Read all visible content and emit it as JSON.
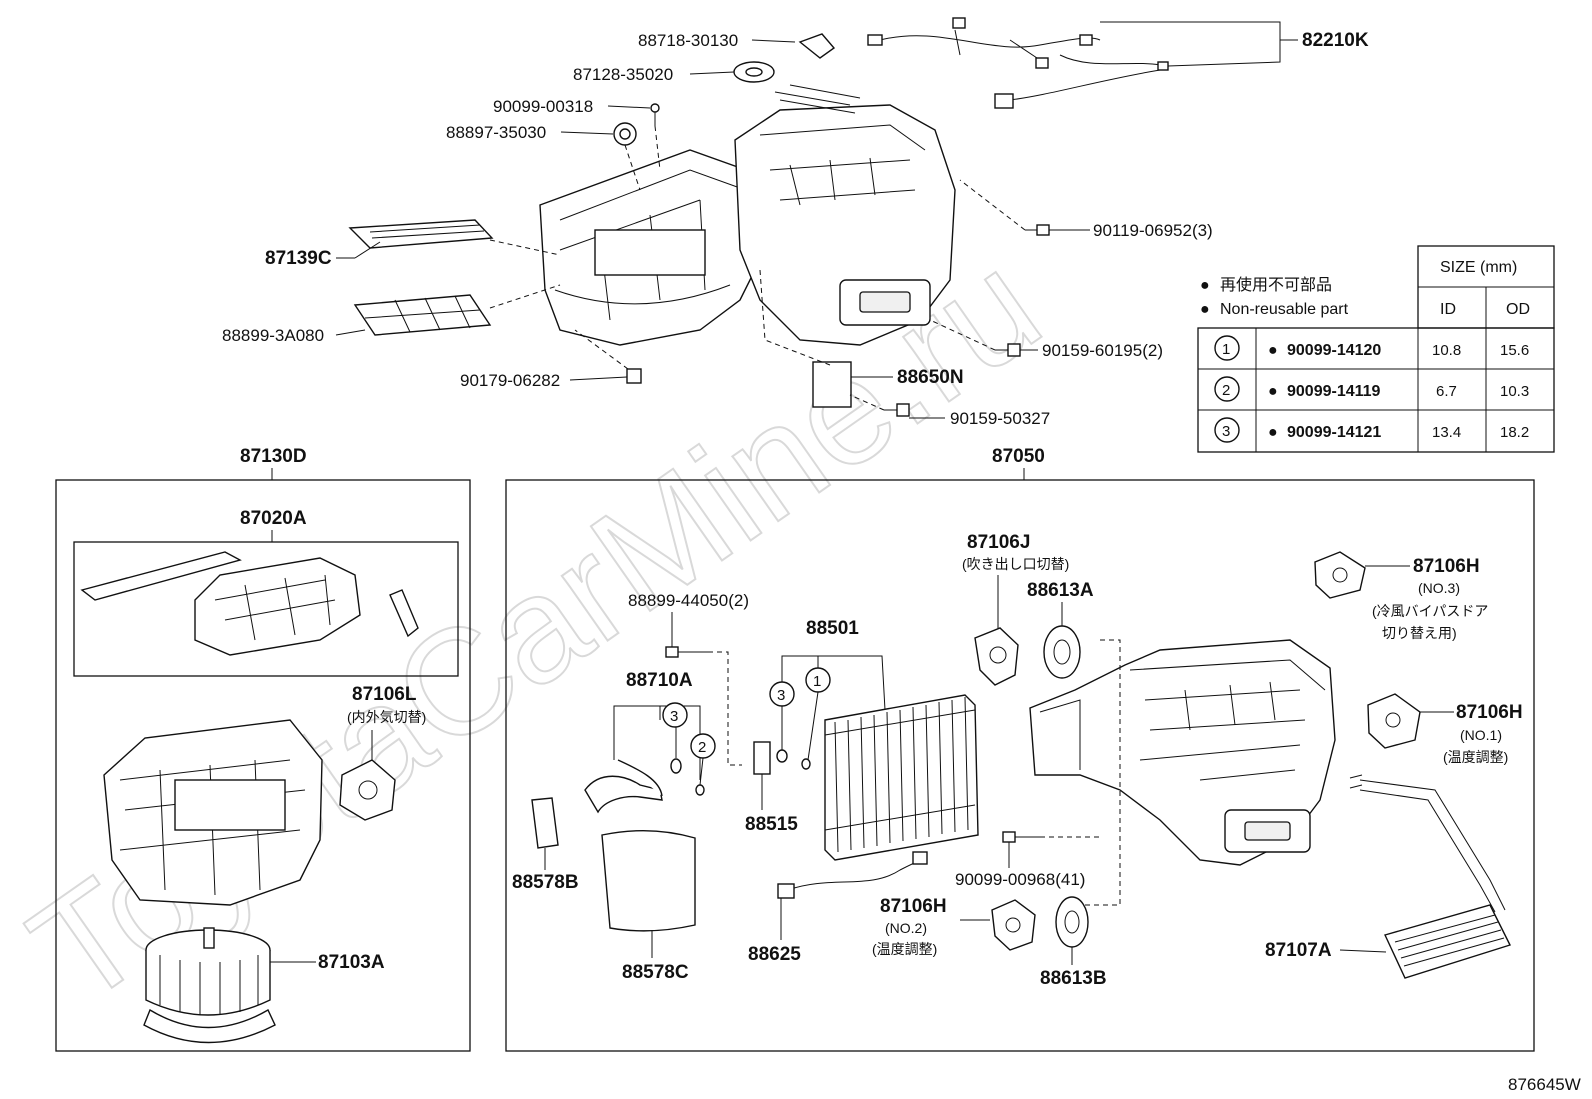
{
  "watermark": "ToyotaCarMine.ru",
  "figure_id": "876645W",
  "legend": {
    "symbol": "●",
    "jp": "再使用不可部品",
    "en": "Non-reusable part"
  },
  "size_table": {
    "title": "SIZE (mm)",
    "col_id": "ID",
    "col_od": "OD",
    "rows": [
      {
        "marker": "1",
        "part": "90099-14120",
        "id": "10.8",
        "od": "15.6"
      },
      {
        "marker": "2",
        "part": "90099-14119",
        "id": "6.7",
        "od": "10.3"
      },
      {
        "marker": "3",
        "part": "90099-14121",
        "id": "13.4",
        "od": "18.2"
      }
    ]
  },
  "top_labels": {
    "p1": "88718-30130",
    "p2": "87128-35020",
    "p3": "90099-00318",
    "p4": "88897-35030",
    "p5": "82210K",
    "p6": "90119-06952(3)",
    "p7": "87139C",
    "p8": "88899-3A080",
    "p9": "90159-60195(2)",
    "p10": "90179-06282",
    "p11": "88650N",
    "p12": "90159-50327"
  },
  "left_group": {
    "title": "87130D",
    "sub_title": "87020A",
    "l1": "87106L",
    "l1_note": "(内外気切替)",
    "l2": "87103A"
  },
  "right_group": {
    "title": "87050",
    "r1": "87106J",
    "r1_note": "(吹き出し口切替)",
    "r2": "88613A",
    "r3": "87106H",
    "r3_no": "(NO.3)",
    "r3_note1": "(冷風バイパスドア",
    "r3_note2": "切り替え用)",
    "r4": "88899-44050(2)",
    "r5": "88501",
    "r6": "88710A",
    "r7": "87106H",
    "r7_no": "(NO.1)",
    "r7_note": "(温度調整)",
    "r8": "88515",
    "r9": "88578B",
    "r10": "90099-00968(41)",
    "r11": "87106H",
    "r11_no": "(NO.2)",
    "r11_note": "(温度調整)",
    "r12": "87107A",
    "r13": "88578C",
    "r14": "88625",
    "r15": "88613B",
    "circle1": "1",
    "circle2": "2",
    "circle3": "3"
  }
}
